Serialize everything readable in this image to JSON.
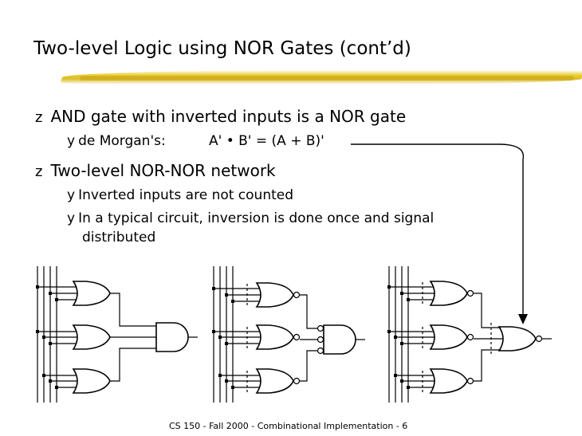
{
  "slide": {
    "title": "Two-level Logic using NOR Gates (cont’d)",
    "bullets": [
      {
        "marker": "z",
        "text": "AND gate with inverted inputs is a NOR gate",
        "sub": [
          {
            "marker": "y",
            "text": "de Morgan's:"
          }
        ]
      },
      {
        "marker": "z",
        "text": "Two-level NOR-NOR network",
        "sub": [
          {
            "marker": "y",
            "text": "Inverted inputs are not counted"
          },
          {
            "marker": "y",
            "text": "In a typical circuit, inversion is done once and signal"
          }
        ]
      }
    ],
    "formula": "A' • B' = (A + B)'",
    "wrap_text": "distributed",
    "footer": "CS 150 - Fall 2000 - Combinational Implementation - 6"
  }
}
